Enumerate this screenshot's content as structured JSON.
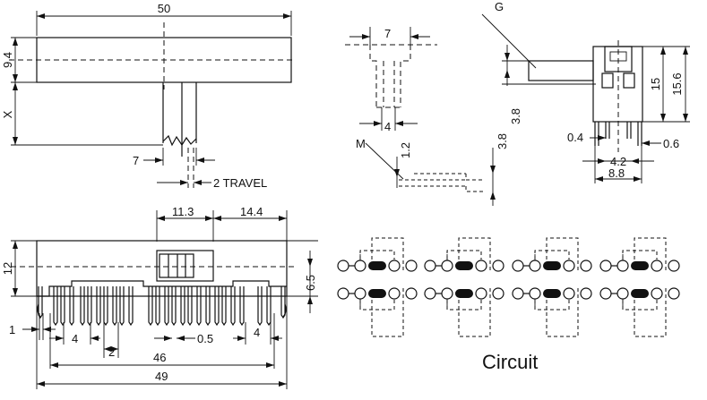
{
  "top_view": {
    "width": "50",
    "height": "9.4",
    "x_label": "X",
    "stem_width": "7",
    "travel": "2 TRAVEL"
  },
  "side_view": {
    "width_top": "7",
    "width_bottom": "4",
    "m_label": "M",
    "m_value": "1.2",
    "h_value": "3.8"
  },
  "end_view": {
    "g_label": "G",
    "h_small": "3.8",
    "h15": "15",
    "h156": "15.6",
    "pin04": "0.4",
    "pin06": "0.6",
    "w42": "4.2",
    "w88": "8.8"
  },
  "front_view": {
    "w113": "11.3",
    "w144": "14.4",
    "h12": "12",
    "h65": "6.5",
    "pitch1": "1",
    "pitch4a": "4",
    "pitch2": "2",
    "pitch05": "0.5",
    "pitch4b": "4",
    "w46": "46",
    "w49": "49"
  },
  "circuit": {
    "caption": "Circuit"
  }
}
